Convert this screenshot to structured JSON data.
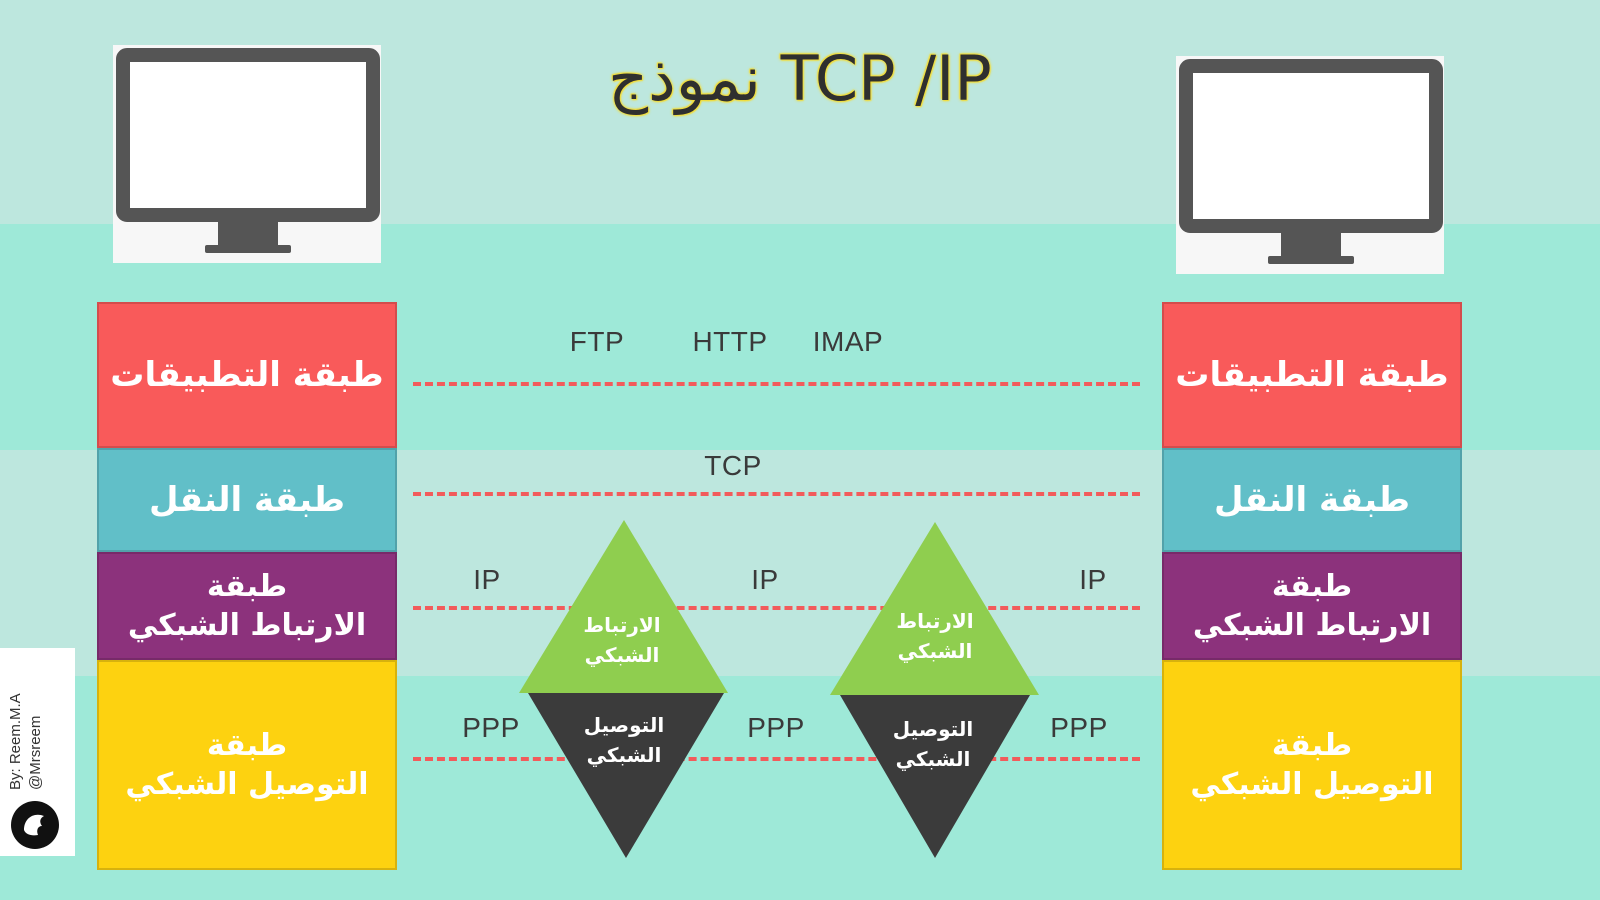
{
  "title": "نموذج TCP /IP",
  "layers": {
    "application": "طبقة التطبيقات",
    "transport": "طبقة النقل",
    "internet": "طبقة\nالارتباط الشبكي",
    "link": "طبقة\nالتوصيل الشبكي"
  },
  "protocols": {
    "ftp": "FTP",
    "http": "HTTP",
    "imap": "IMAP",
    "tcp": "TCP",
    "ip": "IP",
    "ppp": "PPP"
  },
  "router": {
    "top_label": "الارتباط\nالشبكي",
    "bottom_label": "التوصيل\nالشبكي"
  },
  "credit": {
    "author": "By: Reem.M.A",
    "handle": "@Mrsreem"
  },
  "colors": {
    "application": "#f95a5a",
    "transport": "#61bfc8",
    "internet": "#8c327c",
    "link": "#fdd210",
    "dashed_line": "#f25b5b",
    "triangle_top": "#8fce4f",
    "triangle_bottom": "#3b3b3b",
    "monitor": "#555555"
  },
  "icons": {
    "monitor": "monitor-icon",
    "logo": "author-logo-icon"
  }
}
